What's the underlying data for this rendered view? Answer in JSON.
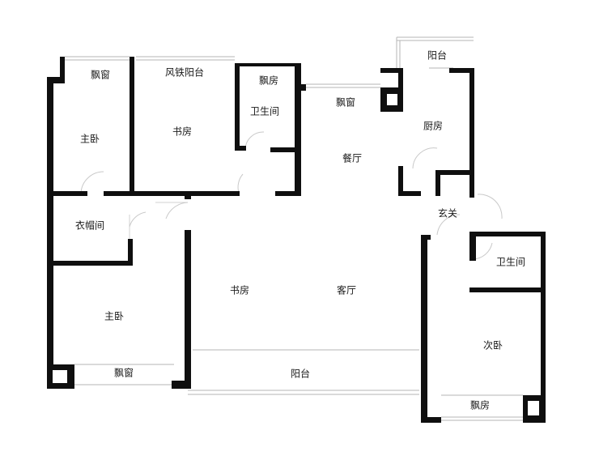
{
  "rooms": {
    "master_bay_window": "飘窗",
    "storm_balcony": "风铁阳台",
    "bay_window_top_bath": "飘房",
    "balcony_top": "阳台",
    "master_bedroom_top": "主卧",
    "study_top": "书房",
    "bathroom_top": "卫生间",
    "bay_window_dining": "飘窗",
    "kitchen": "厨房",
    "dining": "餐厅",
    "cloakroom": "衣帽间",
    "entrance": "玄关",
    "bathroom_right": "卫生间",
    "study_bottom": "书房",
    "living_room": "客厅",
    "master_bedroom_bottom": "主卧",
    "second_bedroom": "次卧",
    "balcony_bottom": "阳台",
    "bay_window_bottom": "飘窗",
    "bay_window_right": "飘房"
  }
}
